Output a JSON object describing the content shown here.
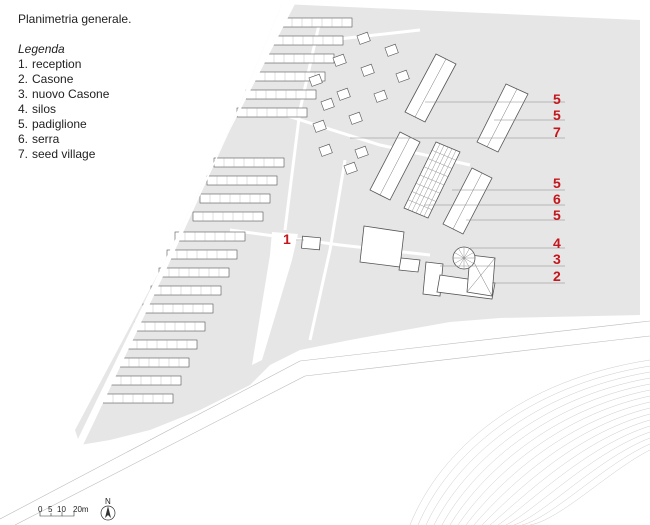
{
  "title": "Planimetria generale.",
  "legend": {
    "heading": "Legenda",
    "items": [
      {
        "num": "1.",
        "label": "reception"
      },
      {
        "num": "2.",
        "label": "Casone"
      },
      {
        "num": "3.",
        "label": "nuovo Casone"
      },
      {
        "num": "4.",
        "label": "silos"
      },
      {
        "num": "5.",
        "label": "padiglione"
      },
      {
        "num": "6.",
        "label": "serra"
      },
      {
        "num": "7.",
        "label": "seed village"
      }
    ]
  },
  "callouts": {
    "reception": "1",
    "pav_top_a": "5",
    "pav_top_b": "5",
    "seed_village": "7",
    "pav_mid_a": "5",
    "greenhouse": "6",
    "pav_mid_b": "5",
    "silos": "4",
    "new_casone": "3",
    "casone": "2"
  },
  "scale_bar": {
    "t0": "0",
    "t1": "5",
    "t2": "10",
    "t3": "20m"
  },
  "north": "N",
  "colors": {
    "site": "#e6e6e6",
    "road": "#ffffff",
    "building": "#ffffff",
    "outline": "#555555",
    "accent": "#c4161c",
    "thinline": "#888888"
  }
}
